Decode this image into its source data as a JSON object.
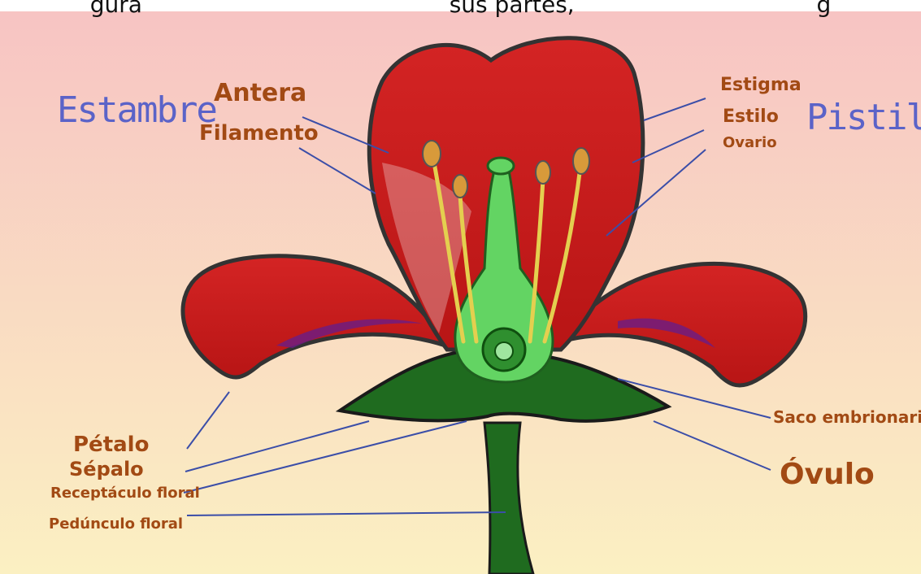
{
  "caption": {
    "left_text": "gura",
    "middle_text": "sus partes,",
    "right_text": "g"
  },
  "labels": {
    "estambre": "Estambre",
    "pistilo": "Pistilo",
    "antera": "Antera",
    "filamento": "Filamento",
    "estigma": "Estigma",
    "estilo": "Estilo",
    "ovario": "Ovario",
    "petalo": "Pétalo",
    "sepalo": "Sépalo",
    "receptaculo": "Receptáculo floral",
    "pedunculo": "Pedúnculo floral",
    "saco": "Saco embrionario",
    "ovulo": "Óvulo"
  },
  "colors": {
    "background_top": "#f7c6c6",
    "background_bottom": "#fbeec0",
    "petal": "#cc1f1f",
    "petal_dark": "#9e0f0f",
    "sepal": "#1f6b1f",
    "pistil": "#5fd35f",
    "stamen": "#e8d45c",
    "group_label": "#5b63c8",
    "part_label": "#a24a14",
    "pointer_line": "#3b4ea8"
  }
}
